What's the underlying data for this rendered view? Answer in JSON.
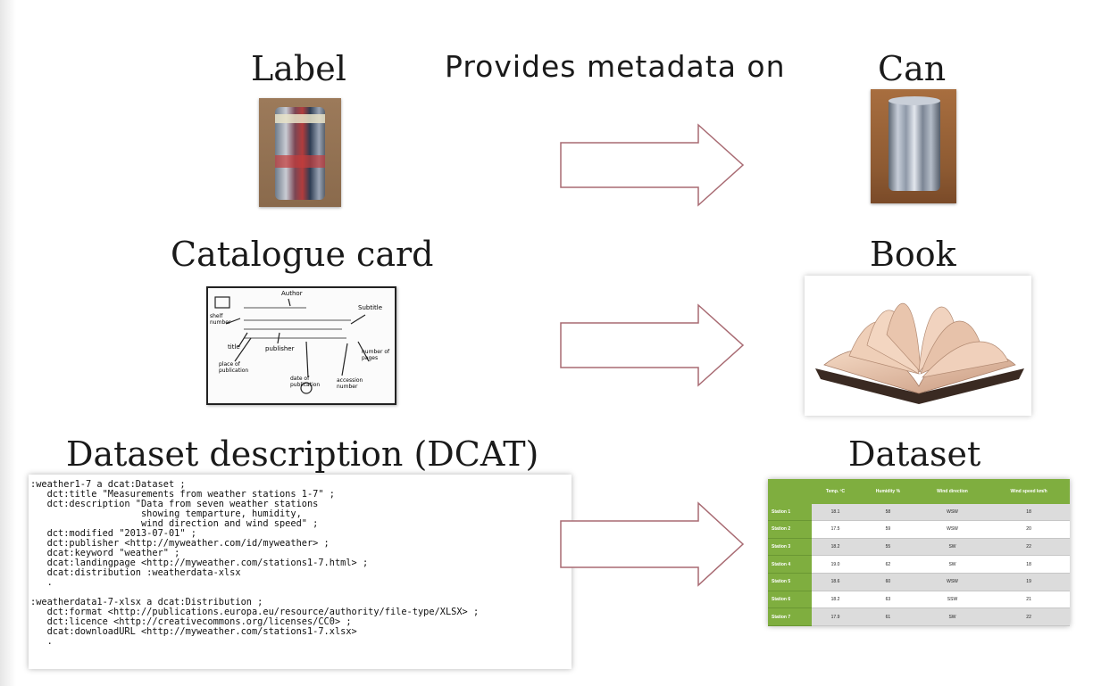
{
  "rows": [
    {
      "left_title": "Label",
      "middle_caption": "Provides metadata on",
      "right_title": "Can"
    },
    {
      "left_title": "Catalogue card",
      "right_title": "Book",
      "card_annotations": {
        "author": "Author",
        "subtitle": "Subtitle",
        "shelf_number": "shelf number",
        "title": "title",
        "publisher": "publisher",
        "place_of_publication": "place of publication",
        "date_of_publication": "date of publication",
        "number_of_pages": "number of pages",
        "accession_number": "accession number"
      }
    },
    {
      "left_title": "Dataset description (DCAT)",
      "right_title": "Dataset"
    }
  ],
  "dcat_lines": [
    ":weather1-7 a dcat:Dataset ;",
    "   dct:title \"Measurements from weather stations 1-7\" ;",
    "   dct:description \"Data from seven weather stations",
    "                    showing temparture, humidity,",
    "                    wind direction and wind speed\" ;",
    "   dct:modified \"2013-07-01\" ;",
    "   dct:publisher <http://myweather.com/id/myweather> ;",
    "   dcat:keyword \"weather\" ;",
    "   dcat:landingpage <http://myweather.com/stations1-7.html> ;",
    "   dcat:distribution :weatherdata-xlsx",
    "   .",
    "",
    ":weatherdata1-7-xlsx a dcat:Distribution ;",
    "   dct:format <http://publications.europa.eu/resource/authority/file-type/XLSX> ;",
    "   dct:licence <http://creativecommons.org/licenses/CC0> ;",
    "   dcat:downloadURL <http://myweather.com/stations1-7.xlsx>",
    "   ."
  ],
  "dataset_table": {
    "headers": [
      "",
      "Temp. ºC",
      "Humidity %",
      "Wind direction",
      "Wind speed km/h"
    ],
    "rows": [
      [
        "Station 1",
        "18.1",
        "58",
        "WSW",
        "18"
      ],
      [
        "Station 2",
        "17.5",
        "59",
        "WSW",
        "20"
      ],
      [
        "Station 3",
        "18.2",
        "55",
        "SW",
        "22"
      ],
      [
        "Station 4",
        "19.0",
        "62",
        "SW",
        "18"
      ],
      [
        "Station 5",
        "18.6",
        "60",
        "WSW",
        "19"
      ],
      [
        "Station 6",
        "18.2",
        "63",
        "SSW",
        "21"
      ],
      [
        "Station 7",
        "17.9",
        "61",
        "SW",
        "22"
      ]
    ]
  },
  "colors": {
    "arrow_stroke": "#a86a72",
    "table_header": "#7fae3f"
  },
  "icons": [
    "can-label-photo",
    "tin-can-photo",
    "catalogue-card-image",
    "open-book-photo",
    "right-arrow-icon"
  ]
}
